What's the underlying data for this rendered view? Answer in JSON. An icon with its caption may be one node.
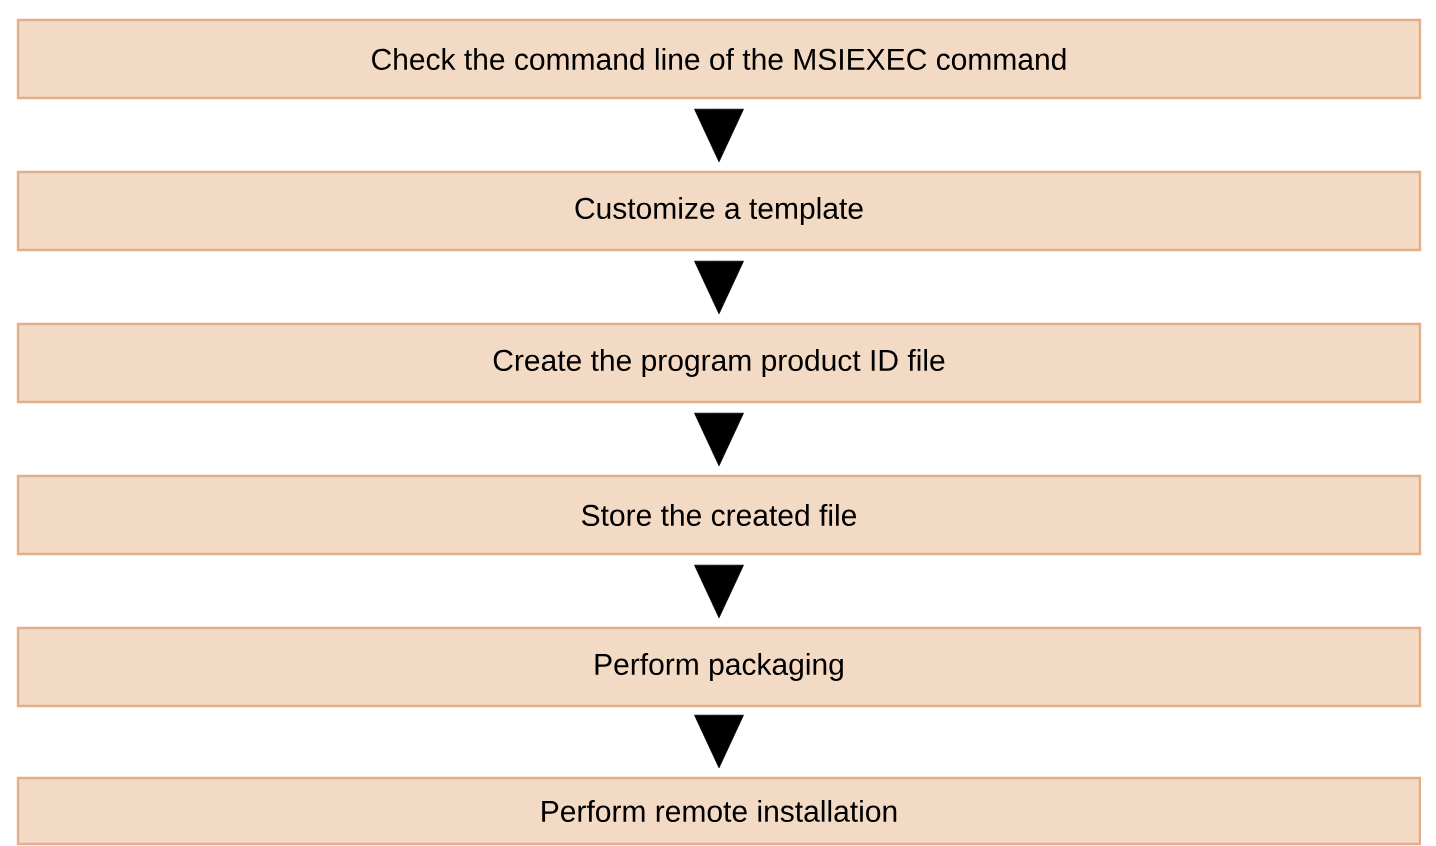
{
  "diagram": {
    "nodes": [
      {
        "text": [
          "Check the command line of the MSIEXEC command"
        ]
      },
      {
        "text": [
          "Customize a template"
        ]
      },
      {
        "text": [
          "Create the program product ID file"
        ]
      },
      {
        "text": [
          "Store the created file"
        ]
      },
      {
        "text": [
          "Perform packaging"
        ]
      },
      {
        "text": [
          "Perform remote installation"
        ]
      }
    ],
    "edges": [
      {
        "from": 0,
        "to": 1,
        "arrow": "to"
      },
      {
        "from": 1,
        "to": 2,
        "arrow": "to"
      },
      {
        "from": 2,
        "to": 3,
        "arrow": "to"
      },
      {
        "from": 3,
        "to": 4,
        "arrow": "to"
      },
      {
        "from": 4,
        "to": 5,
        "arrow": "to"
      }
    ]
  }
}
